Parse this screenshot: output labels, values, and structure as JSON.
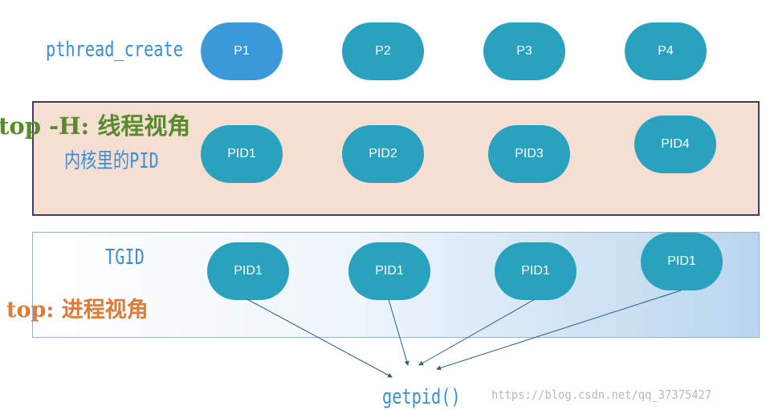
{
  "labels": {
    "pthread_create": "pthread_create",
    "top_h": "top -H: 线程视角",
    "kernel_pid": "内核里的PID",
    "tgid": "TGID",
    "top": "top: 进程视角",
    "getpid": "getpid()"
  },
  "threads": [
    "P1",
    "P2",
    "P3",
    "P4"
  ],
  "kernel_pids": [
    "PID1",
    "PID2",
    "PID3",
    "PID4"
  ],
  "tgids": [
    "PID1",
    "PID1",
    "PID1",
    "PID1"
  ],
  "watermark": "https://blog.csdn.net/qq_37375427",
  "colors": {
    "pill": "#2aa1bf",
    "pill_first": "#3b99da",
    "kernel_band": "#f6dfd2",
    "label_blue": "#3a8fd6",
    "label_green": "#5a8a2e",
    "label_orange": "#e07a38"
  }
}
